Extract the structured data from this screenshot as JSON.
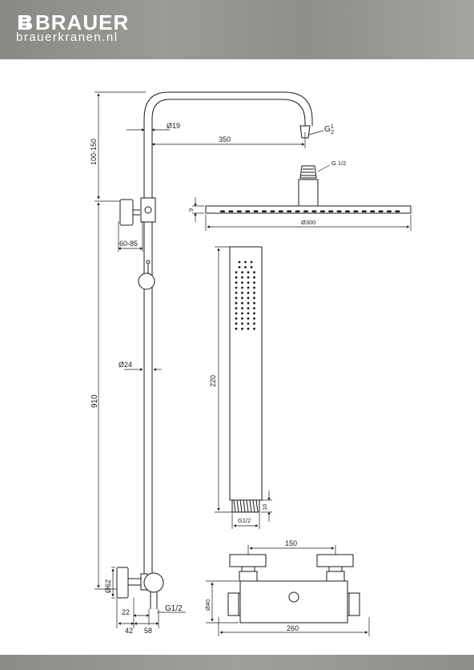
{
  "brand": {
    "name": "BRAUER",
    "url": "brauerkranen.nl"
  },
  "colors": {
    "header_bg": "#949390",
    "line": "#1a1a1a",
    "text_white": "#ffffff"
  },
  "dimensions": {
    "pipe_top_diameter": "Ø19",
    "arm_length": "350",
    "arm_thread": "G",
    "arm_thread_num": "1",
    "arm_thread_den": "2",
    "height_adjust": "100-150",
    "wall_offset": "60-85",
    "pipe_diameter": "Ø24",
    "total_height": "910",
    "knob_diameter": "Ø62",
    "bottom_22": "22",
    "bottom_thread": "G1/2",
    "bottom_42": "42",
    "bottom_58": "58",
    "head_thread": "G 1/2",
    "head_thickness": "9",
    "head_diameter": "Ø300",
    "hand_length": "220",
    "hand_thread": "G1/2",
    "hand_thread_len": "10",
    "mixer_centers": "150",
    "mixer_height": "Ø40",
    "mixer_width": "260"
  }
}
